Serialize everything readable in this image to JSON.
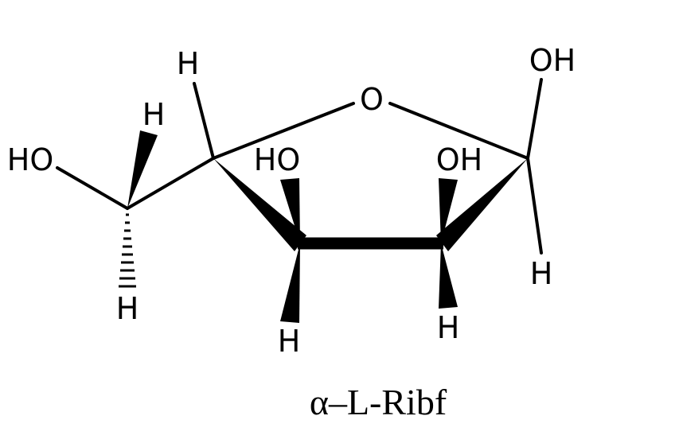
{
  "molecule": {
    "caption": "α–L-Ribf",
    "atoms": {
      "ring_oxygen": "O",
      "c1_hydroxyl": "OH",
      "c1_hydrogen": "H",
      "c2_hydroxyl": "OH",
      "c2_hydrogen": "H",
      "c3_hydroxyl": "HO",
      "c3_hydrogen": "H",
      "c4_hydrogen": "H",
      "c5_hydroxyl": "HO",
      "c5_hydrogen_top": "H",
      "c5_hydrogen_bottom": "H"
    },
    "colors": {
      "ink": "#000000",
      "background": "#ffffff"
    }
  }
}
